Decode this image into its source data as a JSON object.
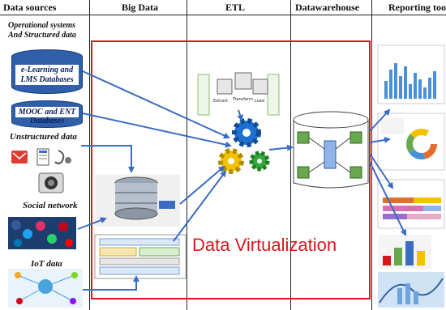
{
  "columns": {
    "data_sources": "Data sources",
    "big_data": "Big Data",
    "etl": "ETL",
    "datawarehouse": "Datawarehouse",
    "reporting": "Reporting tool"
  },
  "sources": {
    "operational_1": "Operational systems",
    "operational_2": "And Structured data",
    "elearning_1": "e-Learning and",
    "elearning_2": "LMS Databases",
    "mooc_1": "MOOC and ENT",
    "mooc_2": "Databases",
    "unstructured": "Unstructured data",
    "social": "Social network",
    "iot": "IoT data"
  },
  "etl": {
    "extract": "Extract",
    "transform": "Transform",
    "load": "Load"
  },
  "datawarehouse_label": "datawarehouse",
  "virtualization_label": "Data Virtualization",
  "colors": {
    "arrow": "#3a6cc4",
    "frame": "#d6181c",
    "db_blue": "#2f5fa8",
    "dw_green": "#6aa84f",
    "dw_blue": "#8fb4e8",
    "gear_blue": "#1f6fd1",
    "gear_yellow": "#f2c200",
    "gear_green": "#35a83a"
  }
}
